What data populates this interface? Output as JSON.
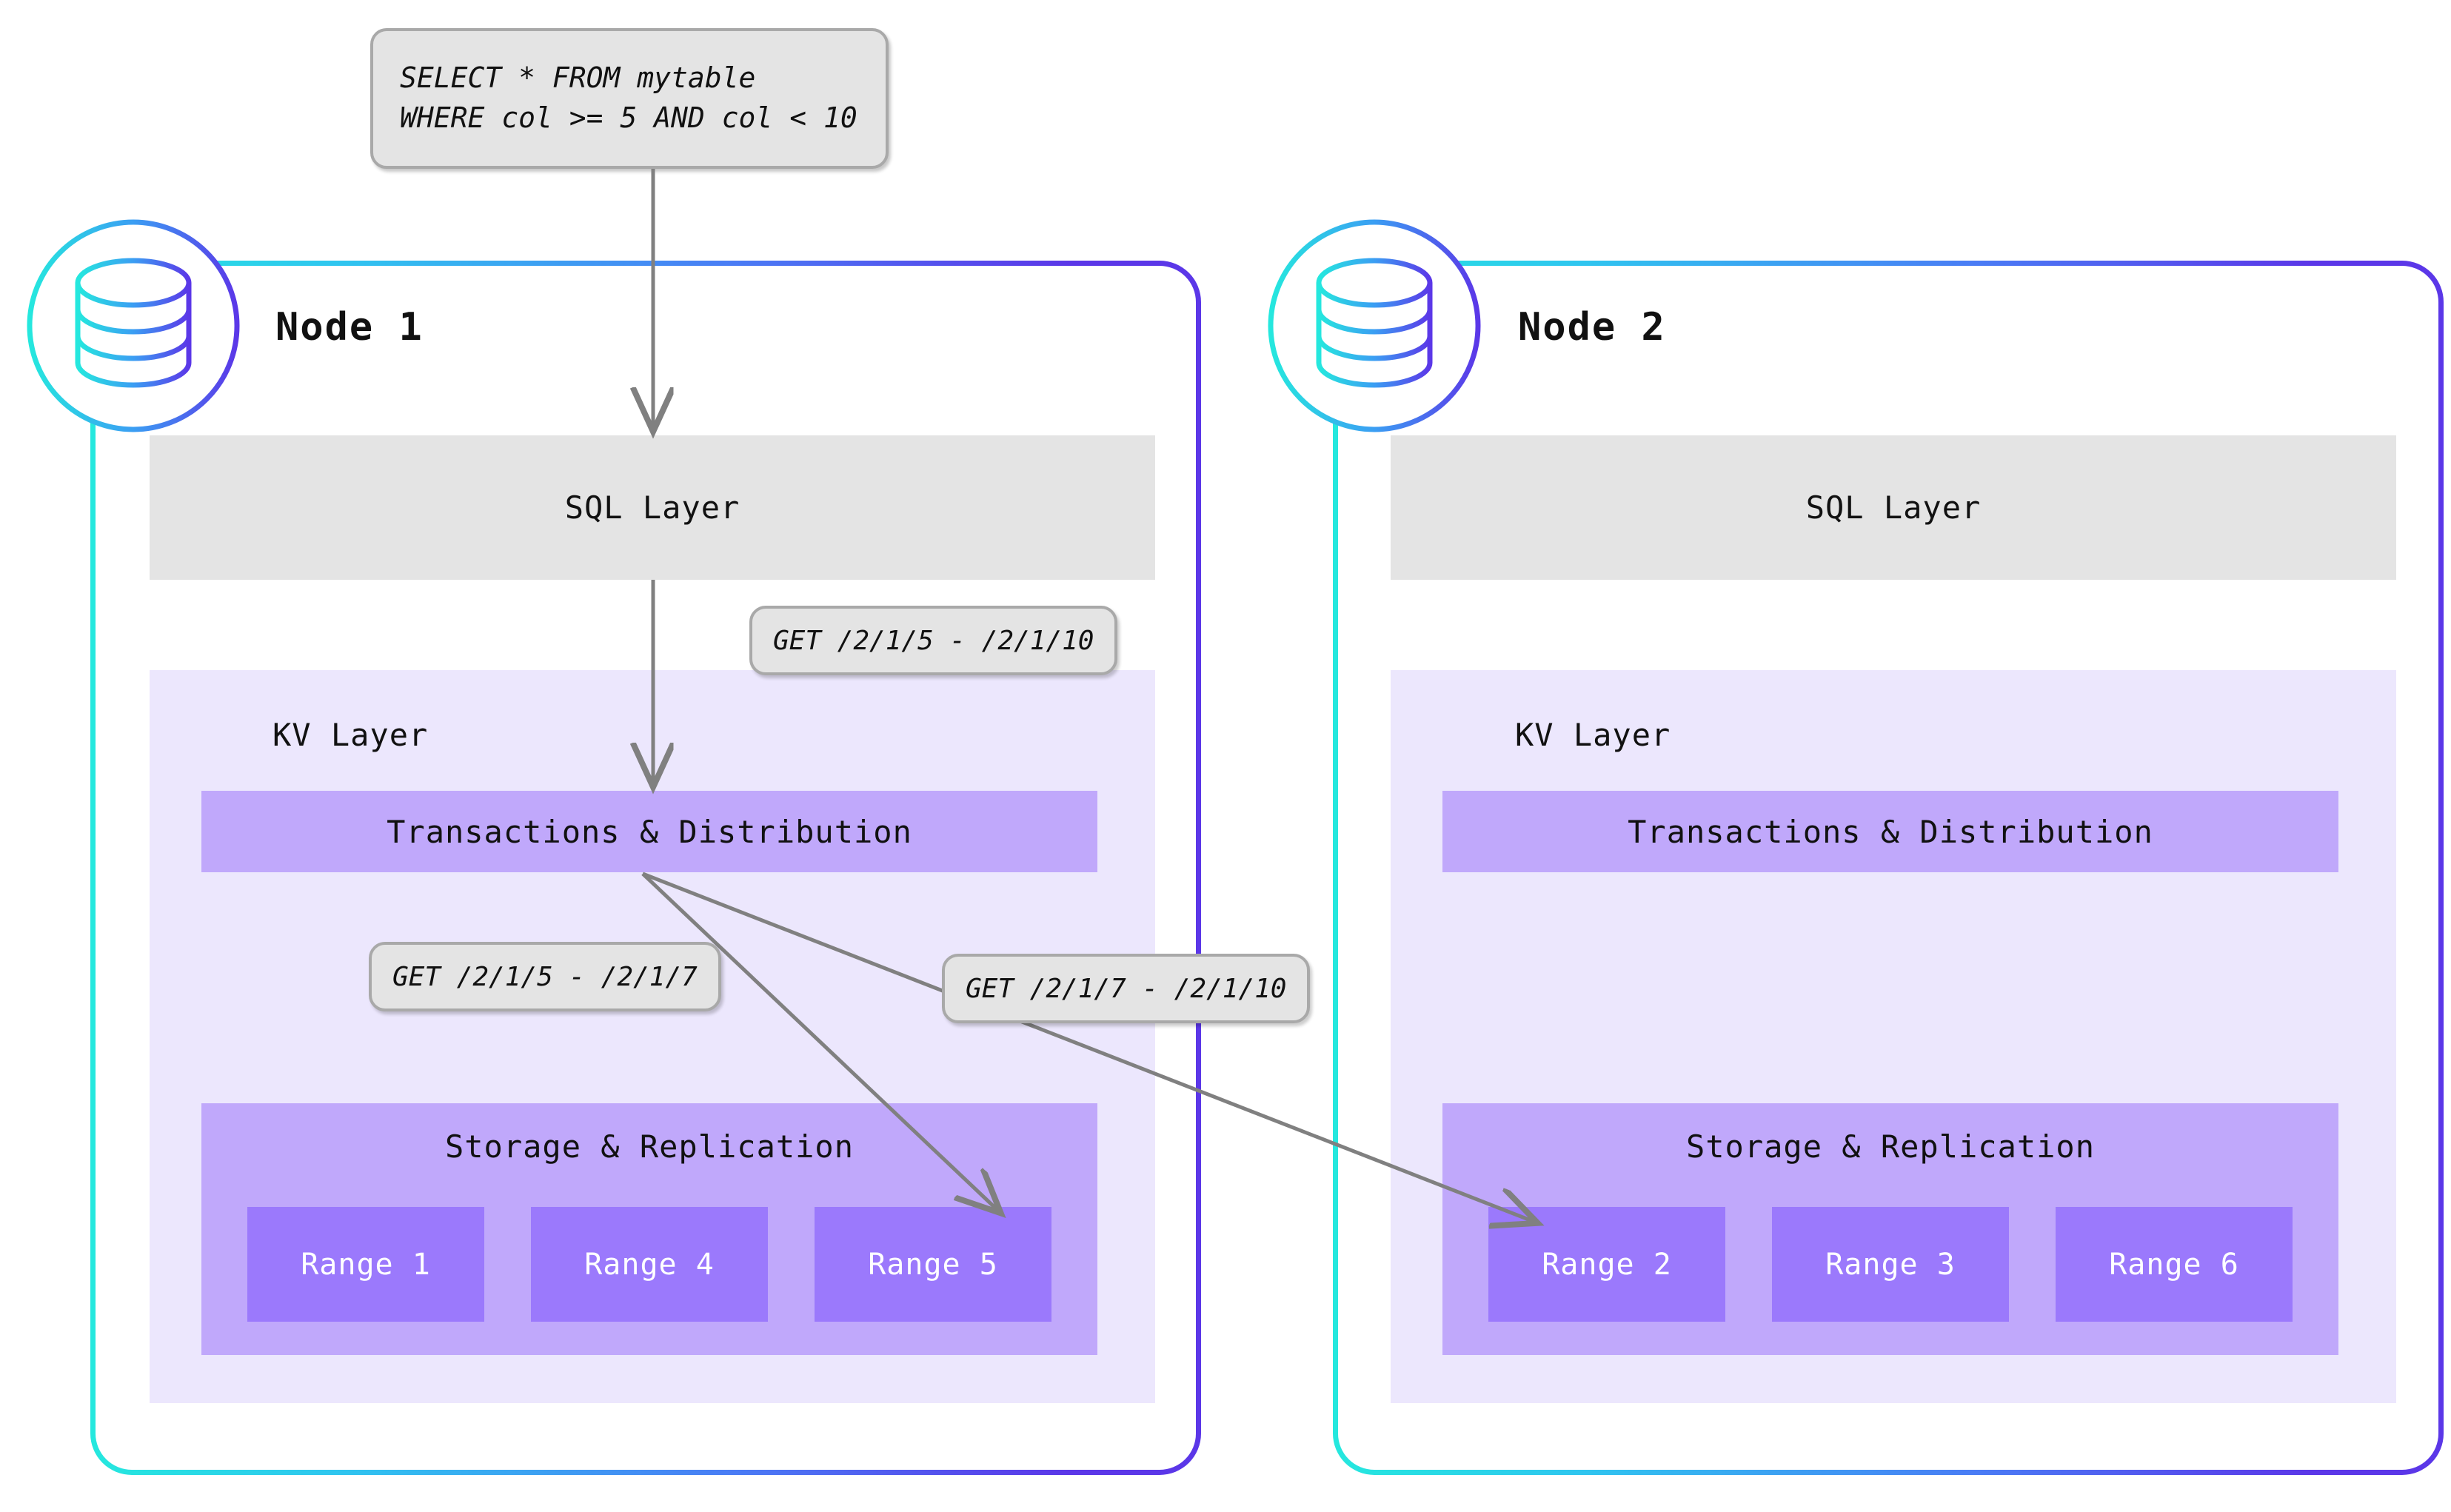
{
  "query": {
    "line1": "SELECT * FROM mytable",
    "line2": "WHERE col >= 5 AND col < 10"
  },
  "colors": {
    "gradient_start": "#25E8DE",
    "gradient_end": "#5B37E8",
    "sql_layer_bg": "#E4E4E4",
    "kv_layer_bg": "#ECE7FD",
    "txn_bar_bg": "#C0A8FB",
    "storage_bg": "#C0A8FB",
    "range_bg": "#9B79FC",
    "callout_bg": "#E4E4E4",
    "callout_border": "#A9A9A9",
    "arrow": "#808080"
  },
  "nodes": [
    {
      "title": "Node 1",
      "icon": "database-icon",
      "sql_layer": "SQL Layer",
      "kv_layer": "KV Layer",
      "transactions": "Transactions & Distribution",
      "storage": "Storage & Replication",
      "ranges": [
        "Range 1",
        "Range 4",
        "Range 5"
      ]
    },
    {
      "title": "Node 2",
      "icon": "database-icon",
      "sql_layer": "SQL Layer",
      "kv_layer": "KV Layer",
      "transactions": "Transactions & Distribution",
      "storage": "Storage & Replication",
      "ranges": [
        "Range 2",
        "Range 3",
        "Range 6"
      ]
    }
  ],
  "callouts": {
    "top": "GET /2/1/5 - /2/1/10",
    "left": "GET /2/1/5 - /2/1/7",
    "right": "GET /2/1/7 - /2/1/10"
  }
}
